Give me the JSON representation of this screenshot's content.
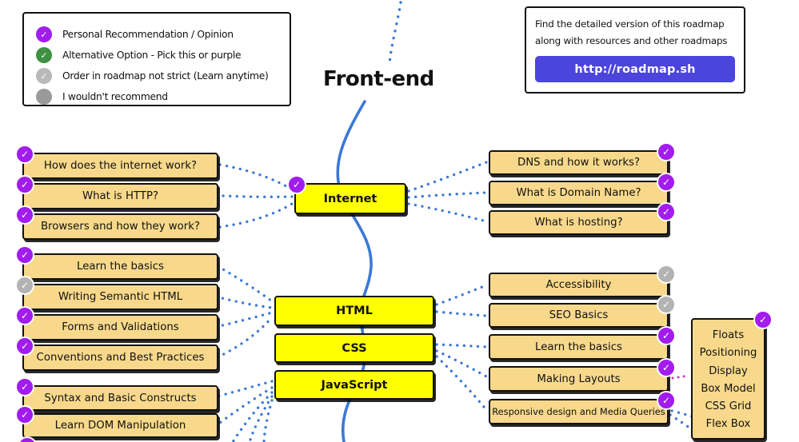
{
  "title": "Front-end",
  "icons": {
    "check": "✓"
  },
  "colors": {
    "topic_fill": "#F8D98B",
    "node_fill": "#FFFF00",
    "purple_badge": "#A21CED",
    "green_badge": "#3E9141",
    "gray_check_badge": "#B3B3B3",
    "gray_dot_badge": "#9A9A9A",
    "connector_blue": "#3B78D8",
    "connector_purple": "#C43AC4",
    "button_bg": "#4B44DD"
  },
  "legend": {
    "items": [
      {
        "icon": "purple-check",
        "label": "Personal Recommendation / Opinion"
      },
      {
        "icon": "green-check",
        "label": "Alternative Option - Pick this or purple"
      },
      {
        "icon": "gray-check",
        "label": "Order in roadmap not strict (Learn anytime)"
      },
      {
        "icon": "gray-dot",
        "label": "I wouldn't recommend"
      }
    ]
  },
  "info_card": {
    "line1": "Find the detailed version of this roadmap",
    "line2": "along with resources and other roadmaps",
    "button_label": "http://roadmap.sh"
  },
  "nodes": {
    "internet": "Internet",
    "html": "HTML",
    "css": "CSS",
    "javascript": "JavaScript"
  },
  "groups": {
    "internet_left": [
      "How does the internet work?",
      "What is HTTP?",
      "Browsers and how they work?"
    ],
    "internet_right": [
      "DNS and how it works?",
      "What is Domain Name?",
      "What is hosting?"
    ],
    "html_left": [
      "Learn the basics",
      "Writing Semantic HTML",
      "Forms and Validations",
      "Conventions and Best Practices"
    ],
    "html_right": [
      "Accessibility",
      "SEO Basics"
    ],
    "css_right": [
      "Learn the basics",
      "Making Layouts",
      "Responsive design and Media Queries"
    ],
    "js_left": [
      "Syntax and Basic Constructs",
      "Learn DOM Manipulation"
    ]
  },
  "css_concepts": [
    "Floats",
    "Positioning",
    "Display",
    "Box Model",
    "CSS Grid",
    "Flex Box"
  ]
}
